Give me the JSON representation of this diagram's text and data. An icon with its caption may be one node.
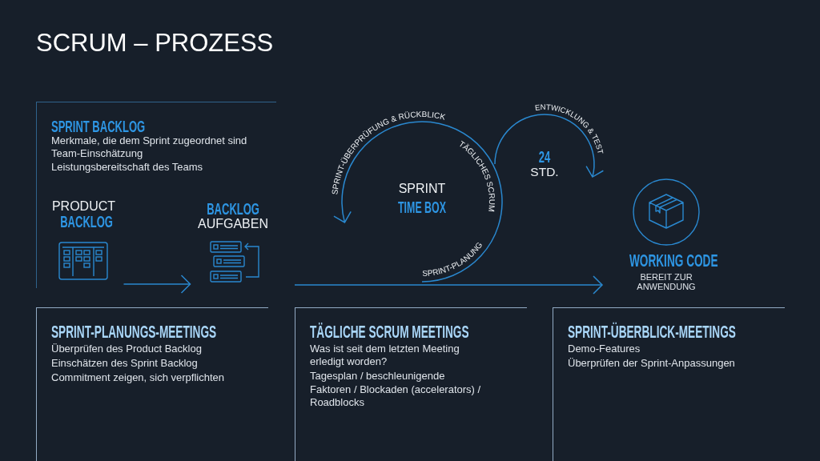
{
  "diagram": {
    "title": "SCRUM – PROZESS",
    "nodes": [
      {
        "text": [
          "SPRINT BACKLOG",
          "Merkmale, die dem Sprint zugeordnet sind",
          "Team-Einschätzung",
          "Leistungsbereitschaft des Teams"
        ]
      },
      {
        "text": [
          "PRODUCT",
          "BACKLOG"
        ],
        "in": 0
      },
      {
        "text": [
          "BACKLOG",
          "AUFGABEN"
        ],
        "in": 0
      },
      {
        "text": [
          "SPRINT-ÜBERPRÜFUNG & RÜCKBLICK",
          "TÄGLICHES SCRUM",
          "SPRINT",
          "TIME BOX",
          "SPRINT-PLANUNG"
        ]
      },
      {
        "text": [
          "ENTWICKLUNG & TEST",
          "24",
          "STD."
        ]
      },
      {
        "text": [
          "WORKING CODE",
          "BEREIT ZUR ANWENDUNG"
        ]
      },
      {
        "text": [
          "SPRINT-PLANUNGS-MEETINGS",
          "Überprüfen des Product Backlog",
          "Einschätzen des Sprint Backlog",
          "Commitment zeigen, sich verpflichten"
        ]
      },
      {
        "text": [
          "TÄGLICHE SCRUM MEETINGS",
          "Was ist seit dem letzten Meeting erledigt worden?",
          "Tagesplan / beschleunigende Faktoren / Blockaden (accelerators) / Roadblocks"
        ]
      },
      {
        "text": [
          "SPRINT-ÜBERBLICK-MEETINGS",
          "Demo-Features",
          "Überprüfen der Sprint-Anpassungen"
        ]
      }
    ],
    "edges": [
      {
        "from": 1,
        "to": 2,
        "arrow": "to"
      },
      {
        "from": null,
        "to": 5,
        "arrow": "to"
      }
    ]
  }
}
